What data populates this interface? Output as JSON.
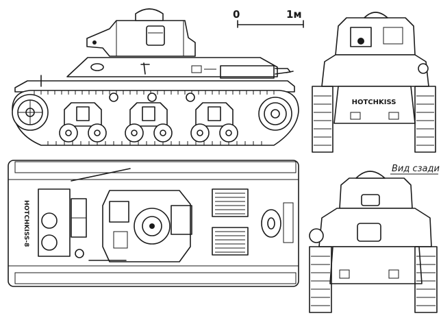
{
  "scale_bar": {
    "start_label": "0",
    "end_label": "1м"
  },
  "rear_view_caption": "Вид сзади",
  "front_plate_text": "HOTCHKISS",
  "top_view_hull_text": "HOTCHKISS-8",
  "colors": {
    "ink": "#1a1a1a",
    "paper": "#ffffff"
  }
}
